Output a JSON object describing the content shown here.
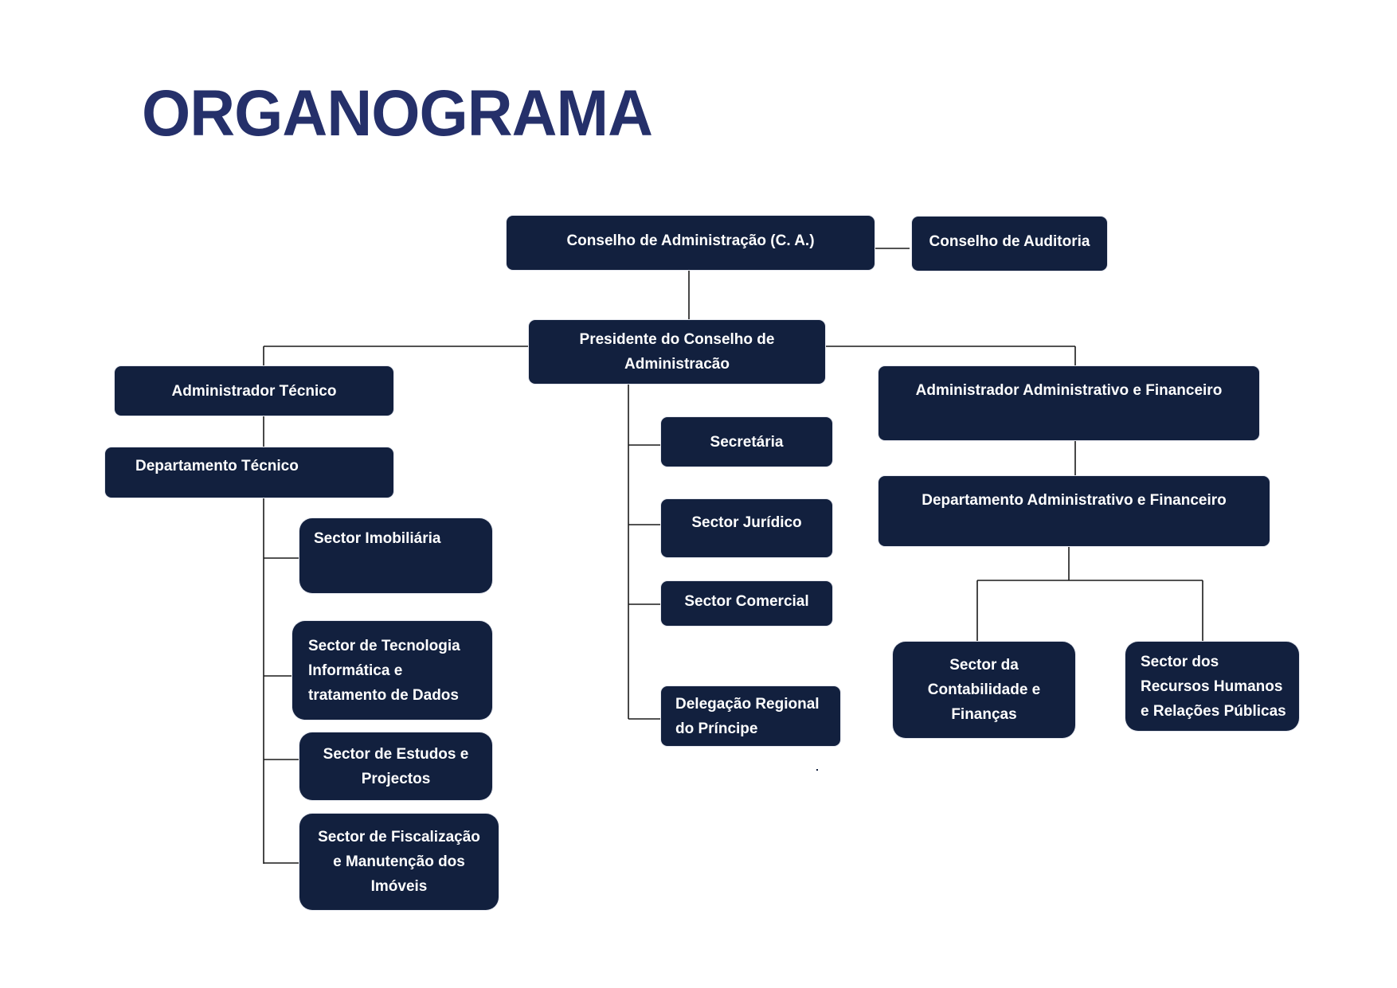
{
  "title": "ORGANOGRAMA",
  "nodes": {
    "conselho_administracao": "Conselho de Administração (C. A.)",
    "conselho_auditoria": "Conselho de Auditoria",
    "presidente": "Presidente do Conselho  de\nAdministracão",
    "administrador_tecnico": "Administrador Técnico",
    "departamento_tecnico": "Departamento Técnico",
    "sector_imobiliaria": "Sector Imobiliária",
    "sector_tecnologia": "Sector de Tecnologia\nInformática e\ntratamento de Dados",
    "sector_estudos": "Sector de Estudos e\nProjectos",
    "sector_fiscalizacao": "Sector de Fiscalização\ne Manutenção dos\nImóveis",
    "secretaria": "Secretária",
    "sector_juridico": "Sector Jurídico",
    "sector_comercial": "Sector Comercial",
    "delegacao_regional": "Delegação Regional\ndo Príncipe",
    "administrador_adm_fin": "Administrador Administrativo e Financeiro",
    "departamento_adm_fin": "Departamento Administrativo e Financeiro",
    "sector_contabilidade": "Sector da\nContabilidade e\nFinanças",
    "sector_recursos_humanos": "Sector dos\nRecursos Humanos\ne Relações Públicas"
  },
  "colors": {
    "title": "#25306a",
    "box_fill": "#12203e",
    "box_text": "#ffffff",
    "connector": "#1a1a1a"
  }
}
